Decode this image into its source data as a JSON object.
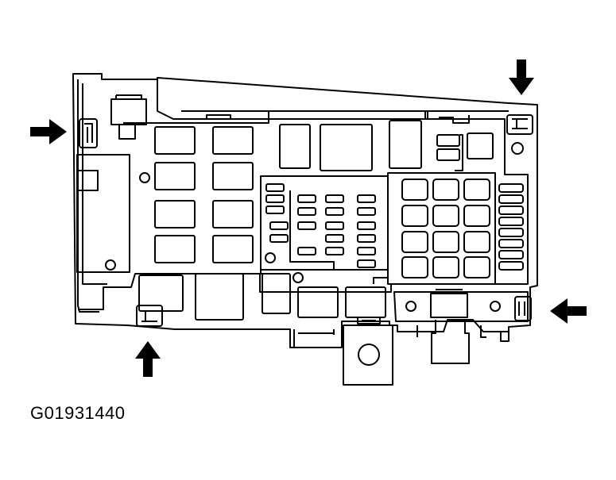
{
  "figure": {
    "code": "G01931440",
    "line_color": "#000000",
    "background": "#ffffff"
  },
  "arrows": [
    {
      "name": "arrow-left-clip",
      "direction": "right"
    },
    {
      "name": "arrow-top-right-clip",
      "direction": "down"
    },
    {
      "name": "arrow-right-clip",
      "direction": "left"
    },
    {
      "name": "arrow-bottom-clip",
      "direction": "up"
    }
  ]
}
